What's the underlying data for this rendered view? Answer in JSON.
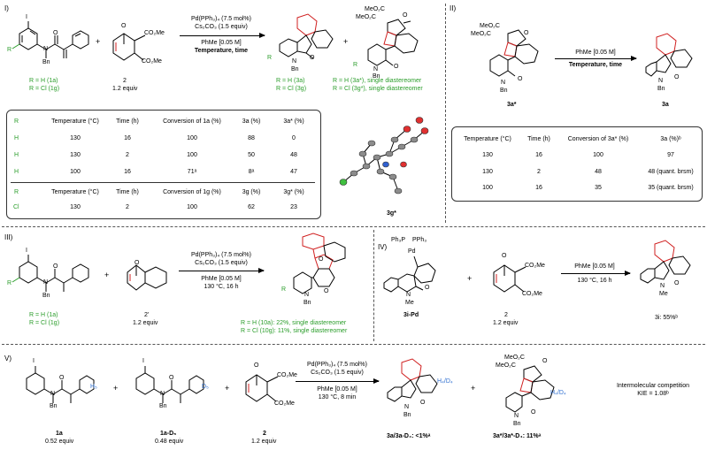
{
  "panel1": {
    "label": "I)",
    "conditions": [
      "Pd(PPh₃)₄ (7.5 mol%)",
      "Cs₂CO₃ (1.5 equiv)",
      "PhMe [0.05 M]",
      "Temperature, time"
    ],
    "plus": "+",
    "substrate_labels": [
      "R = H (1a)",
      "R = Cl (1g)"
    ],
    "reagent_label": "2",
    "reagent_equiv": "1.2 equiv",
    "product_labels": [
      "R = H (3a)",
      "R = Cl (3g)"
    ],
    "side_product_labels": [
      "R = H (3a*), single diastereomer",
      "R = Cl (3g*), single diastereomer"
    ],
    "table1_headers": [
      "R",
      "Temperature (°C)",
      "Time (h)",
      "Conversion of 1a (%)",
      "3a (%)",
      "3a* (%)"
    ],
    "table1_rows": [
      [
        "H",
        "130",
        "16",
        "100",
        "88",
        "0"
      ],
      [
        "H",
        "130",
        "2",
        "100",
        "50",
        "48"
      ],
      [
        "H",
        "100",
        "16",
        "71ᵃ",
        "8ᵃ",
        "47"
      ]
    ],
    "table2_headers": [
      "R",
      "Temperature (°C)",
      "Time (h)",
      "Conversion of 1g (%)",
      "3g (%)",
      "3g* (%)"
    ],
    "table2_rows": [
      [
        "Cl",
        "130",
        "2",
        "100",
        "62",
        "23"
      ]
    ],
    "crystal_label": "3g*",
    "atom_labels": {
      "R": "R",
      "I": "I",
      "N": "N",
      "Bn": "Bn",
      "O": "O",
      "CO2Me": "CO₂Me",
      "MeO2C": "MeO₂C"
    }
  },
  "panel2": {
    "label": "II)",
    "conditions": [
      "PhMe [0.05 M]",
      "Temperature, time"
    ],
    "start_label": "3a*",
    "product_label": "3a",
    "table_headers": [
      "Temperature (°C)",
      "Time (h)",
      "Conversion of 3a* (%)",
      "3a (%)ᵇ"
    ],
    "table_rows": [
      [
        "130",
        "16",
        "100",
        "97"
      ],
      [
        "130",
        "2",
        "48",
        "48 (quant. brsm)"
      ],
      [
        "100",
        "16",
        "35",
        "35 (quant. brsm)"
      ]
    ]
  },
  "panel3": {
    "label": "III)",
    "conditions": [
      "Pd(PPh₃)₄ (7.5 mol%)",
      "Cs₂CO₃ (1.5 equiv)",
      "PhMe [0.05 M]",
      "130 °C, 16 h"
    ],
    "substrate_labels": [
      "R = H (1a)",
      "R = Cl (1g)"
    ],
    "reagent_label": "2'",
    "reagent_equiv": "1.2 equiv",
    "product_labels": [
      "R = H (10a): 22%, single diastereomer",
      "R = Cl (10g): 11%, single diastereomer"
    ]
  },
  "panel4": {
    "label": "IV)",
    "conditions": [
      "PhMe [0.05 M]",
      "130 °C, 16 h"
    ],
    "start_label": "3i-Pd",
    "reagent_label": "2",
    "reagent_equiv": "1.2 equiv",
    "product_label": "3i: 55%ᵇ",
    "atom_labels": {
      "Ph3P": "Ph₃P",
      "PPh3": "PPh₃",
      "Pd": "Pd",
      "Me": "Me"
    }
  },
  "panel5": {
    "label": "V)",
    "conditions": [
      "Pd(PPh₃)₄ (7.5 mol%)",
      "Cs₂CO₃ (1.5 equiv)",
      "PhMe [0.05 M]",
      "130 °C, 8 min"
    ],
    "sm1_label": "1a",
    "sm1_equiv": "0.52 equiv",
    "sm2_label": "1a-D₅",
    "sm2_equiv": "0.48 equiv",
    "reagent_label": "2",
    "reagent_equiv": "1.2 equiv",
    "product1_label": "3a/3a-D₄: <1%ᵃ",
    "product2_label": "3a*/3a*-D₄: 11%ᵃ",
    "competition_title": "Intermolecular competition",
    "kie": "KIE = 1.08ᵇ",
    "iso_labels": {
      "H5": "H₅",
      "D5": "D₅",
      "H4D4": "H₄/D₄"
    }
  }
}
